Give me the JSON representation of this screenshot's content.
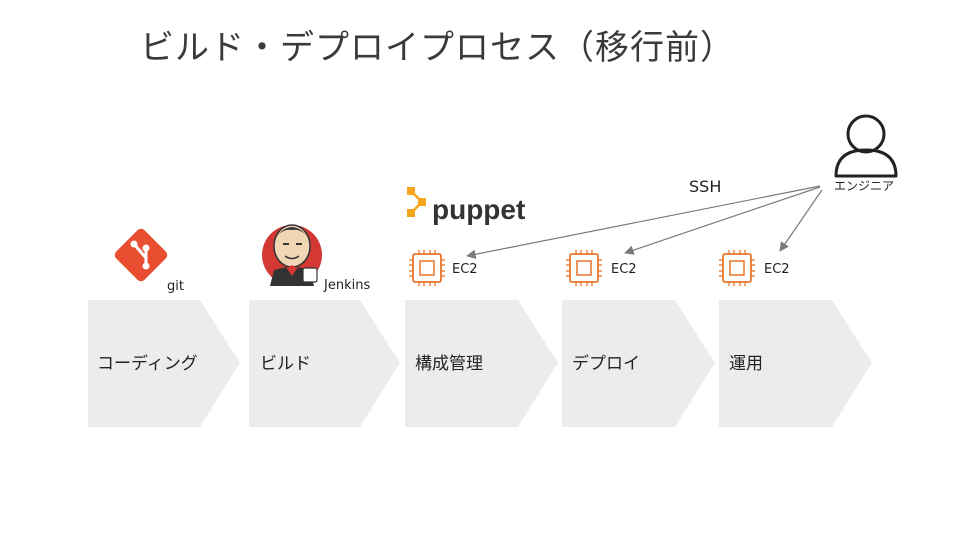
{
  "title": "ビルド・デプロイプロセス（移行前）",
  "steps": [
    {
      "label": "コーディング"
    },
    {
      "label": "ビルド"
    },
    {
      "label": "構成管理"
    },
    {
      "label": "デプロイ"
    },
    {
      "label": "運用"
    }
  ],
  "tools": {
    "git": "git",
    "jenkins": "Jenkins",
    "puppet": "puppet"
  },
  "ec2": [
    "EC2",
    "EC2",
    "EC2"
  ],
  "actor": {
    "label": "エンジニア",
    "connection_label": "SSH"
  },
  "colors": {
    "chevron_fill": "#ececec",
    "git_orange": "#e94e31",
    "ec2_orange": "#e8762b",
    "puppet_orange": "#f7a51c",
    "arrow": "#7a7a7a",
    "jenkins_red": "#d33833"
  }
}
